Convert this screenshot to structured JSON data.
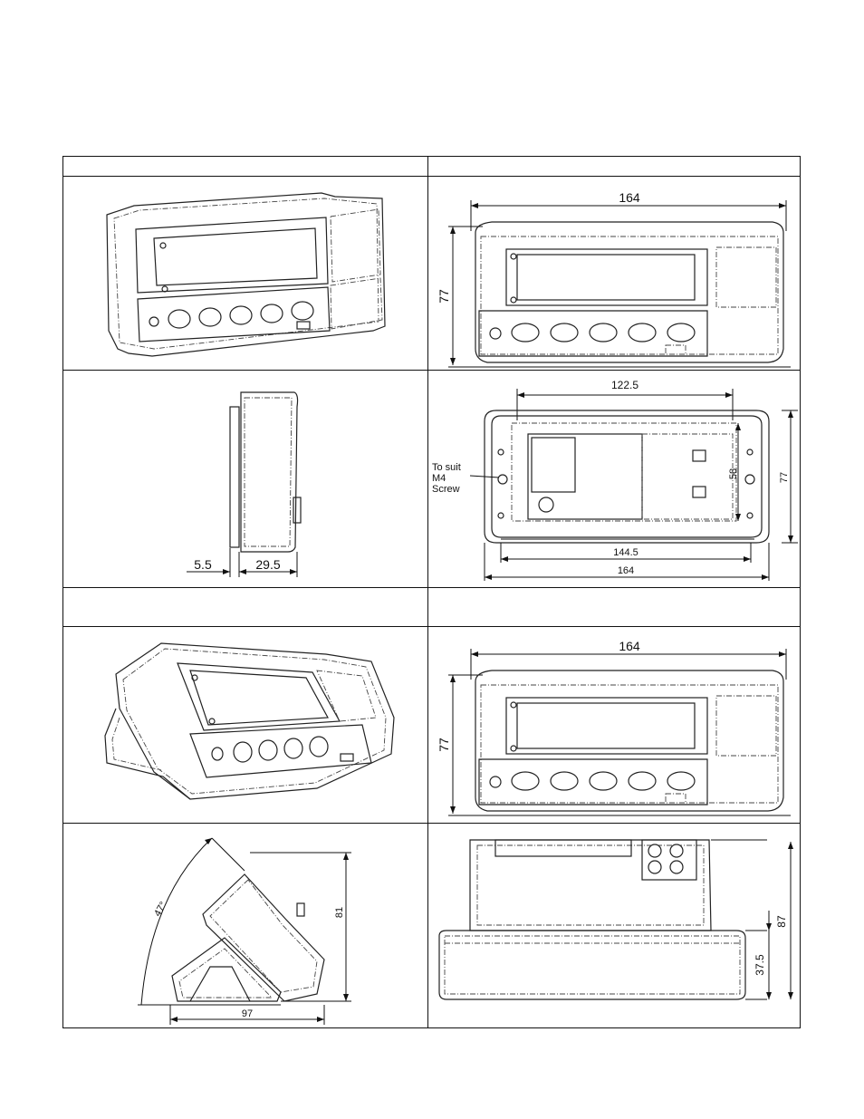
{
  "table": {
    "header_row_1": {
      "left": "",
      "right": ""
    },
    "header_row_2": {
      "left": "",
      "right": ""
    }
  },
  "dimensions": {
    "panel_front_width": "164",
    "panel_front_height": "77",
    "side_wall": "5.5",
    "side_depth": "29.5",
    "rear_top_width": "122.5",
    "rear_mount_note_1": "To suit",
    "rear_mount_note_2": "M4",
    "rear_mount_note_3": "Screw",
    "rear_inner_height": "58",
    "rear_height": "77",
    "rear_inner_width": "144.5",
    "rear_width": "164",
    "desk_front_width": "164",
    "desk_front_height": "77",
    "desk_side_angle": "47°",
    "desk_side_height": "81",
    "desk_side_depth": "97",
    "desk_rear_height": "87",
    "desk_rear_base_height": "37.5"
  }
}
